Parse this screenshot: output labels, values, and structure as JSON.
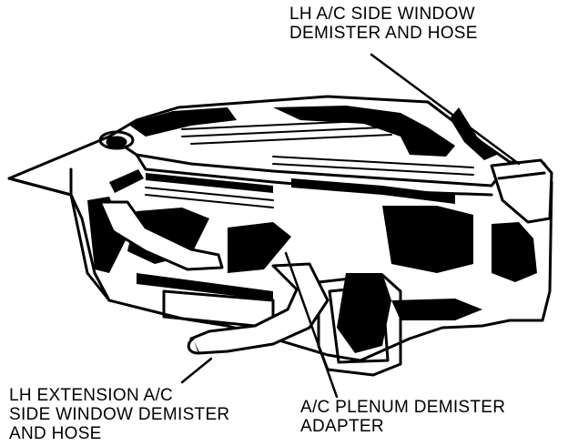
{
  "labels": {
    "lh_ac_side_window_demister": {
      "lines": [
        "LH A/C SIDE WINDOW",
        "DEMISTER AND HOSE"
      ]
    },
    "lh_extension_ac_side_window_demister": {
      "lines": [
        "LH EXTENSION A/C",
        "SIDE WINDOW DEMISTER",
        "AND HOSE"
      ]
    },
    "ac_plenum_demister_adapter": {
      "lines": [
        "A/C PLENUM DEMISTER",
        "ADAPTER"
      ]
    }
  }
}
